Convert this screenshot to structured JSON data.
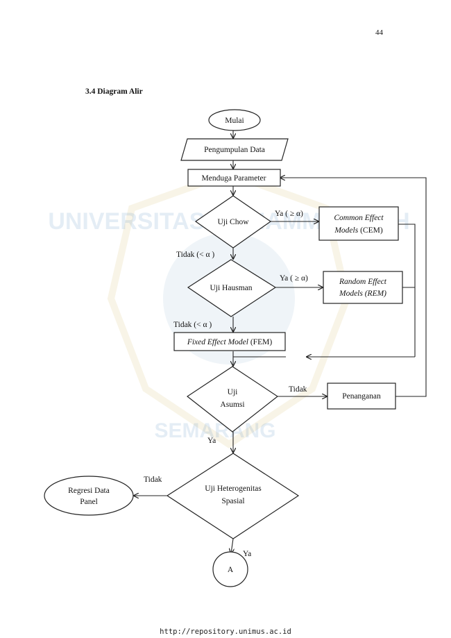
{
  "page_number": "44",
  "section_heading": "3.4 Diagram Alir",
  "footer_url": "http://repository.unimus.ac.id",
  "watermark": {
    "top_text": "UNIVERSITAS MUHAMMADIYAH",
    "bottom_text": "SEMARANG",
    "color": "#3a78b5"
  },
  "nodes": {
    "mulai": "Mulai",
    "pengumpulan": "Pengumpulan Data",
    "menduga": "Menduga Parameter",
    "uji_chow": "Uji Chow",
    "cem": {
      "italic": "Common Effect Models",
      "line1": "Common Effect",
      "line2_italic": "Models",
      "line2_plain": " (CEM)"
    },
    "uji_hausman": "Uji Hausman",
    "rem": {
      "line1": "Random Effect",
      "line2": "Models (REM)"
    },
    "fem": {
      "italic": "Fixed Effect Model",
      "plain": " (FEM)"
    },
    "uji_asumsi": {
      "line1": "Uji",
      "line2": "Asumsi"
    },
    "penanganan": "Penanganan",
    "uji_hetero": {
      "line1": "Uji Heterogenitas",
      "line2": "Spasial"
    },
    "regresi": {
      "line1": "Regresi Data",
      "line2": "Panel"
    },
    "connector_a": "A"
  },
  "edge_labels": {
    "chow_ya": "Ya ( ≥ α)",
    "chow_tidak": "Tidak (< α )",
    "hausman_ya": "Ya ( ≥ α)",
    "hausman_tidak": "Tidak (< α )",
    "asumsi_tidak": "Tidak",
    "asumsi_ya": "Ya",
    "hetero_tidak": "Tidak",
    "hetero_ya": "Ya"
  }
}
